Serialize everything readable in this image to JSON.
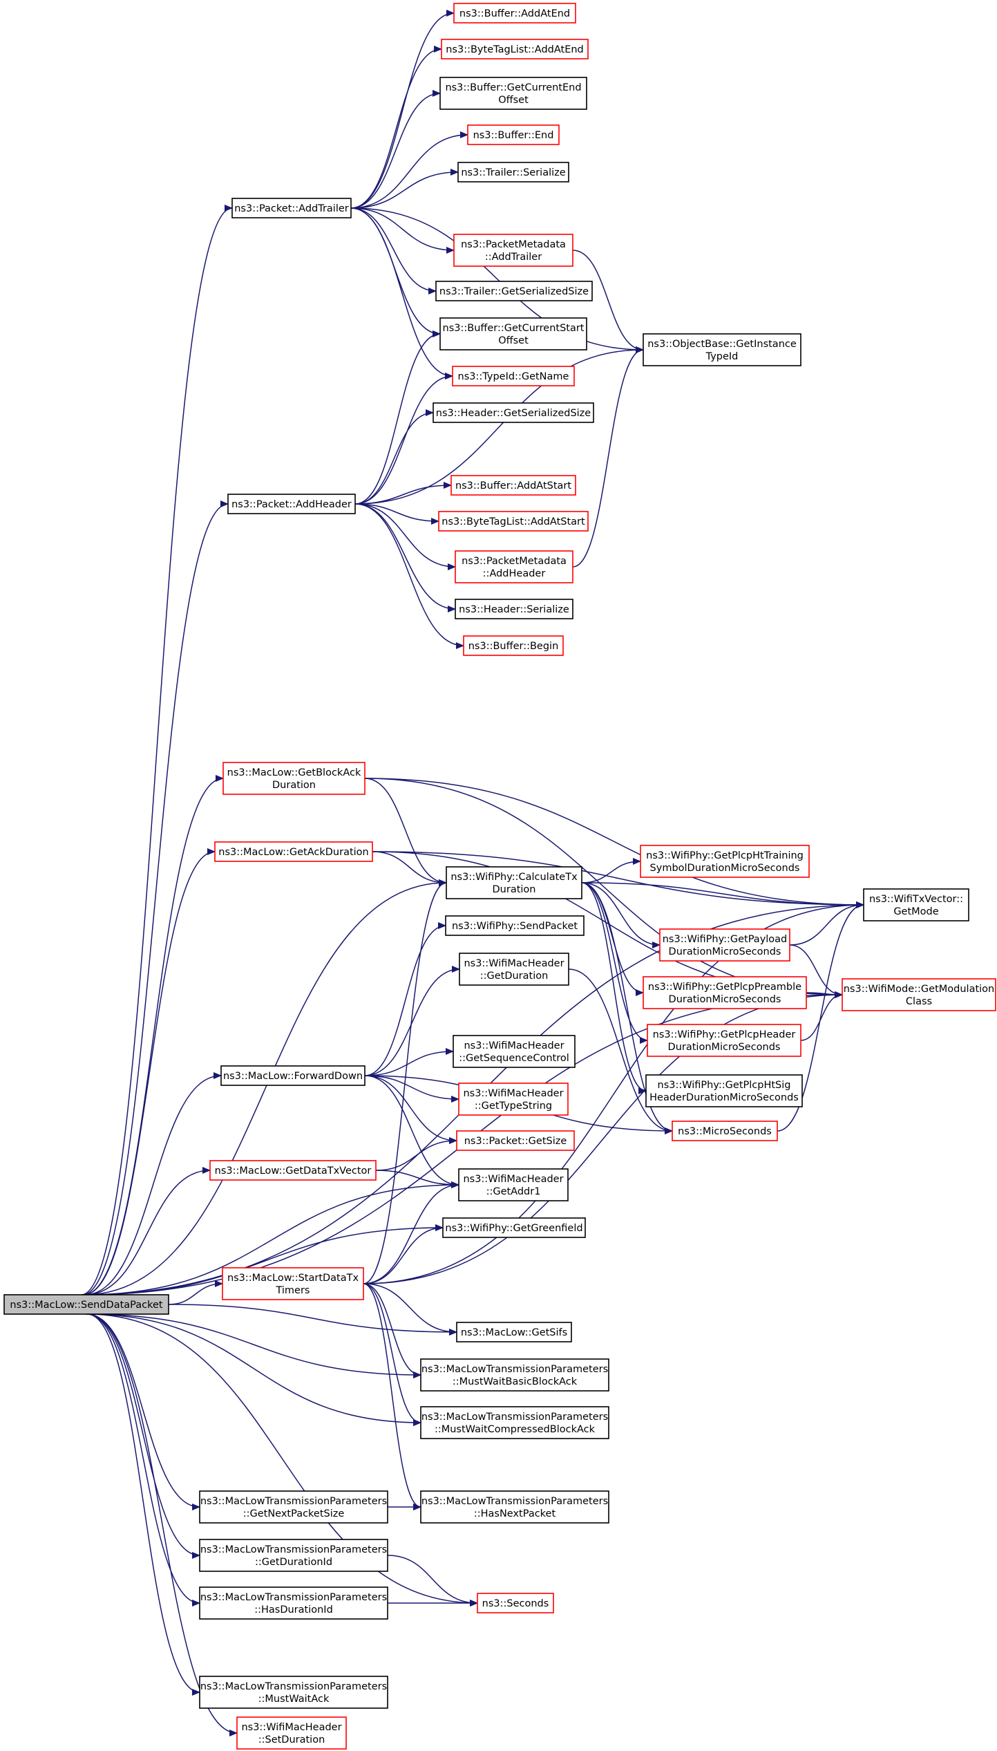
{
  "colors": {
    "edge": "#191970",
    "normal_border": "#000000",
    "undocumented_border": "#ff0000",
    "focus_fill": "#bfbfbf",
    "background": "#ffffff"
  },
  "nodes": [
    {
      "id": "send",
      "lines": [
        "ns3::MacLow::SendDataPacket"
      ],
      "style": "focus"
    },
    {
      "id": "addTrailer",
      "lines": [
        "ns3::Packet::AddTrailer"
      ],
      "style": "normal"
    },
    {
      "id": "addHeader",
      "lines": [
        "ns3::Packet::AddHeader"
      ],
      "style": "normal"
    },
    {
      "id": "bufAddAtEnd",
      "lines": [
        "ns3::Buffer::AddAtEnd"
      ],
      "style": "red"
    },
    {
      "id": "btlAddAtEnd",
      "lines": [
        "ns3::ByteTagList::AddAtEnd"
      ],
      "style": "red"
    },
    {
      "id": "bufGetCurEnd",
      "lines": [
        "ns3::Buffer::GetCurrentEnd",
        "Offset"
      ],
      "style": "normal"
    },
    {
      "id": "bufEnd",
      "lines": [
        "ns3::Buffer::End"
      ],
      "style": "red"
    },
    {
      "id": "trlSerialize",
      "lines": [
        "ns3::Trailer::Serialize"
      ],
      "style": "normal"
    },
    {
      "id": "pmAddTrailer",
      "lines": [
        "ns3::PacketMetadata",
        "::AddTrailer"
      ],
      "style": "red"
    },
    {
      "id": "trlGetSerSize",
      "lines": [
        "ns3::Trailer::GetSerializedSize"
      ],
      "style": "normal"
    },
    {
      "id": "bufGetCurStart",
      "lines": [
        "ns3::Buffer::GetCurrentStart",
        "Offset"
      ],
      "style": "normal"
    },
    {
      "id": "typeIdGetName",
      "lines": [
        "ns3::TypeId::GetName"
      ],
      "style": "red"
    },
    {
      "id": "objBaseGetInst",
      "lines": [
        "ns3::ObjectBase::GetInstance",
        "TypeId"
      ],
      "style": "normal"
    },
    {
      "id": "hdrGetSerSize",
      "lines": [
        "ns3::Header::GetSerializedSize"
      ],
      "style": "normal"
    },
    {
      "id": "bufAddAtStart",
      "lines": [
        "ns3::Buffer::AddAtStart"
      ],
      "style": "red"
    },
    {
      "id": "btlAddAtStart",
      "lines": [
        "ns3::ByteTagList::AddAtStart"
      ],
      "style": "red"
    },
    {
      "id": "pmAddHeader",
      "lines": [
        "ns3::PacketMetadata",
        "::AddHeader"
      ],
      "style": "red"
    },
    {
      "id": "hdrSerialize",
      "lines": [
        "ns3::Header::Serialize"
      ],
      "style": "normal"
    },
    {
      "id": "bufBegin",
      "lines": [
        "ns3::Buffer::Begin"
      ],
      "style": "red"
    },
    {
      "id": "getBlockAck",
      "lines": [
        "ns3::MacLow::GetBlockAck",
        "Duration"
      ],
      "style": "red"
    },
    {
      "id": "getAckDur",
      "lines": [
        "ns3::MacLow::GetAckDuration"
      ],
      "style": "red"
    },
    {
      "id": "calcTxDur",
      "lines": [
        "ns3::WifiPhy::CalculateTx",
        "Duration"
      ],
      "style": "normal"
    },
    {
      "id": "getPlcpHtTrain",
      "lines": [
        "ns3::WifiPhy::GetPlcpHtTraining",
        "SymbolDurationMicroSeconds"
      ],
      "style": "red"
    },
    {
      "id": "txVecGetMode",
      "lines": [
        "ns3::WifiTxVector::",
        "GetMode"
      ],
      "style": "normal"
    },
    {
      "id": "sendPacket",
      "lines": [
        "ns3::WifiPhy::SendPacket"
      ],
      "style": "normal"
    },
    {
      "id": "getPayloadDur",
      "lines": [
        "ns3::WifiPhy::GetPayload",
        "DurationMicroSeconds"
      ],
      "style": "red"
    },
    {
      "id": "hdrGetDuration",
      "lines": [
        "ns3::WifiMacHeader",
        "::GetDuration"
      ],
      "style": "normal"
    },
    {
      "id": "getPlcpPreamble",
      "lines": [
        "ns3::WifiPhy::GetPlcpPreamble",
        "DurationMicroSeconds"
      ],
      "style": "red"
    },
    {
      "id": "getModClass",
      "lines": [
        "ns3::WifiMode::GetModulation",
        "Class"
      ],
      "style": "red"
    },
    {
      "id": "getPlcpHeader",
      "lines": [
        "ns3::WifiPhy::GetPlcpHeader",
        "DurationMicroSeconds"
      ],
      "style": "red"
    },
    {
      "id": "hdrGetSeqCtrl",
      "lines": [
        "ns3::WifiMacHeader",
        "::GetSequenceControl"
      ],
      "style": "normal"
    },
    {
      "id": "forwardDown",
      "lines": [
        "ns3::MacLow::ForwardDown"
      ],
      "style": "normal"
    },
    {
      "id": "getPlcpHtSig",
      "lines": [
        "ns3::WifiPhy::GetPlcpHtSig",
        "HeaderDurationMicroSeconds"
      ],
      "style": "normal"
    },
    {
      "id": "hdrGetTypeStr",
      "lines": [
        "ns3::WifiMacHeader",
        "::GetTypeString"
      ],
      "style": "red"
    },
    {
      "id": "microSeconds",
      "lines": [
        "ns3::MicroSeconds"
      ],
      "style": "red"
    },
    {
      "id": "pktGetSize",
      "lines": [
        "ns3::Packet::GetSize"
      ],
      "style": "red"
    },
    {
      "id": "getDataTxVec",
      "lines": [
        "ns3::MacLow::GetDataTxVector"
      ],
      "style": "red"
    },
    {
      "id": "hdrGetAddr1",
      "lines": [
        "ns3::WifiMacHeader",
        "::GetAddr1"
      ],
      "style": "normal"
    },
    {
      "id": "getGreenfield",
      "lines": [
        "ns3::WifiPhy::GetGreenfield"
      ],
      "style": "normal"
    },
    {
      "id": "startDataTx",
      "lines": [
        "ns3::MacLow::StartDataTx",
        "Timers"
      ],
      "style": "red"
    },
    {
      "id": "getSifs",
      "lines": [
        "ns3::MacLow::GetSifs"
      ],
      "style": "normal"
    },
    {
      "id": "mustWaitBasic",
      "lines": [
        "ns3::MacLowTransmissionParameters",
        "::MustWaitBasicBlockAck"
      ],
      "style": "normal"
    },
    {
      "id": "mustWaitComp",
      "lines": [
        "ns3::MacLowTransmissionParameters",
        "::MustWaitCompressedBlockAck"
      ],
      "style": "normal"
    },
    {
      "id": "getNextPktSize",
      "lines": [
        "ns3::MacLowTransmissionParameters",
        "::GetNextPacketSize"
      ],
      "style": "normal"
    },
    {
      "id": "hasNextPkt",
      "lines": [
        "ns3::MacLowTransmissionParameters",
        "::HasNextPacket"
      ],
      "style": "normal"
    },
    {
      "id": "getDurationId",
      "lines": [
        "ns3::MacLowTransmissionParameters",
        "::GetDurationId"
      ],
      "style": "normal"
    },
    {
      "id": "hasDurationId",
      "lines": [
        "ns3::MacLowTransmissionParameters",
        "::HasDurationId"
      ],
      "style": "normal"
    },
    {
      "id": "seconds",
      "lines": [
        "ns3::Seconds"
      ],
      "style": "red"
    },
    {
      "id": "mustWaitAck",
      "lines": [
        "ns3::MacLowTransmissionParameters",
        "::MustWaitAck"
      ],
      "style": "normal"
    },
    {
      "id": "hdrSetDuration",
      "lines": [
        "ns3::WifiMacHeader",
        "::SetDuration"
      ],
      "style": "red"
    }
  ],
  "edges": [
    [
      "send",
      "addTrailer"
    ],
    [
      "send",
      "addHeader"
    ],
    [
      "send",
      "getBlockAck"
    ],
    [
      "send",
      "getAckDur"
    ],
    [
      "send",
      "calcTxDur"
    ],
    [
      "send",
      "forwardDown"
    ],
    [
      "send",
      "getDataTxVec"
    ],
    [
      "send",
      "hdrGetAddr1"
    ],
    [
      "send",
      "getGreenfield"
    ],
    [
      "send",
      "startDataTx"
    ],
    [
      "send",
      "getSifs"
    ],
    [
      "send",
      "mustWaitBasic"
    ],
    [
      "send",
      "mustWaitComp"
    ],
    [
      "send",
      "getNextPktSize"
    ],
    [
      "send",
      "getDurationId"
    ],
    [
      "send",
      "hasDurationId"
    ],
    [
      "send",
      "seconds"
    ],
    [
      "send",
      "mustWaitAck"
    ],
    [
      "send",
      "hdrSetDuration"
    ],
    [
      "send",
      "txVecGetMode"
    ],
    [
      "send",
      "getModClass"
    ],
    [
      "addTrailer",
      "bufAddAtEnd"
    ],
    [
      "addTrailer",
      "btlAddAtEnd"
    ],
    [
      "addTrailer",
      "bufGetCurEnd"
    ],
    [
      "addTrailer",
      "bufEnd"
    ],
    [
      "addTrailer",
      "trlSerialize"
    ],
    [
      "addTrailer",
      "objBaseGetInst"
    ],
    [
      "addTrailer",
      "pmAddTrailer"
    ],
    [
      "addTrailer",
      "trlGetSerSize"
    ],
    [
      "addTrailer",
      "bufGetCurStart"
    ],
    [
      "addTrailer",
      "typeIdGetName"
    ],
    [
      "pmAddTrailer",
      "objBaseGetInst"
    ],
    [
      "addHeader",
      "bufGetCurStart"
    ],
    [
      "addHeader",
      "typeIdGetName"
    ],
    [
      "addHeader",
      "hdrGetSerSize"
    ],
    [
      "addHeader",
      "objBaseGetInst"
    ],
    [
      "addHeader",
      "bufAddAtStart"
    ],
    [
      "addHeader",
      "btlAddAtStart"
    ],
    [
      "addHeader",
      "pmAddHeader"
    ],
    [
      "addHeader",
      "hdrSerialize"
    ],
    [
      "addHeader",
      "bufBegin"
    ],
    [
      "pmAddHeader",
      "objBaseGetInst"
    ],
    [
      "getBlockAck",
      "calcTxDur"
    ],
    [
      "getBlockAck",
      "txVecGetMode"
    ],
    [
      "getBlockAck",
      "getModClass"
    ],
    [
      "getAckDur",
      "calcTxDur"
    ],
    [
      "getAckDur",
      "txVecGetMode"
    ],
    [
      "getAckDur",
      "getModClass"
    ],
    [
      "calcTxDur",
      "getPlcpHtTrain"
    ],
    [
      "calcTxDur",
      "txVecGetMode"
    ],
    [
      "calcTxDur",
      "getPayloadDur"
    ],
    [
      "calcTxDur",
      "getPlcpPreamble"
    ],
    [
      "calcTxDur",
      "getPlcpHeader"
    ],
    [
      "calcTxDur",
      "getPlcpHtSig"
    ],
    [
      "calcTxDur",
      "microSeconds"
    ],
    [
      "getPayloadDur",
      "txVecGetMode"
    ],
    [
      "getPayloadDur",
      "getModClass"
    ],
    [
      "getPlcpPreamble",
      "getModClass"
    ],
    [
      "getPlcpHeader",
      "getModClass"
    ],
    [
      "forwardDown",
      "sendPacket"
    ],
    [
      "forwardDown",
      "hdrGetDuration"
    ],
    [
      "forwardDown",
      "hdrGetSeqCtrl"
    ],
    [
      "forwardDown",
      "hdrGetTypeStr"
    ],
    [
      "forwardDown",
      "pktGetSize"
    ],
    [
      "forwardDown",
      "hdrGetAddr1"
    ],
    [
      "forwardDown",
      "microSeconds"
    ],
    [
      "hdrGetDuration",
      "microSeconds"
    ],
    [
      "microSeconds",
      "txVecGetMode"
    ],
    [
      "getDataTxVec",
      "pktGetSize"
    ],
    [
      "getDataTxVec",
      "hdrGetAddr1"
    ],
    [
      "startDataTx",
      "calcTxDur"
    ],
    [
      "startDataTx",
      "hdrGetAddr1"
    ],
    [
      "startDataTx",
      "getGreenfield"
    ],
    [
      "startDataTx",
      "txVecGetMode"
    ],
    [
      "startDataTx",
      "getModClass"
    ],
    [
      "startDataTx",
      "getSifs"
    ],
    [
      "startDataTx",
      "mustWaitBasic"
    ],
    [
      "startDataTx",
      "mustWaitComp"
    ],
    [
      "startDataTx",
      "hasNextPkt"
    ],
    [
      "getNextPktSize",
      "hasNextPkt"
    ],
    [
      "getDurationId",
      "seconds"
    ],
    [
      "hasDurationId",
      "seconds"
    ]
  ]
}
